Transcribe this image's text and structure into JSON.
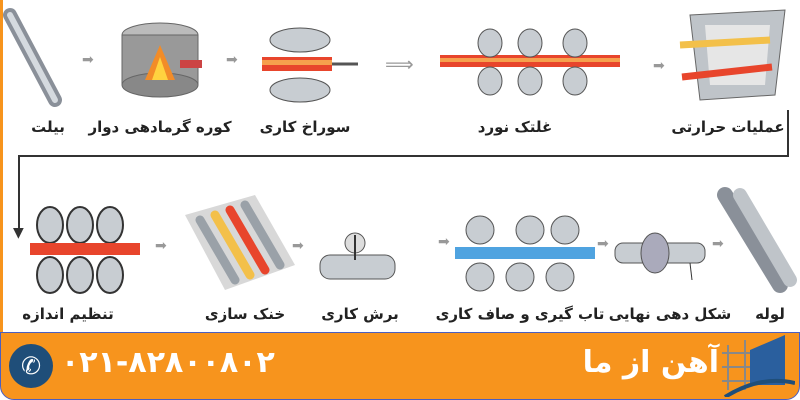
{
  "steps_row1": [
    {
      "label": "بیلت",
      "icon": "billet-icon"
    },
    {
      "label": "کوره گرمادهی دوار",
      "icon": "rotary-furnace-icon"
    },
    {
      "label": "سوراخ کاری",
      "icon": "piercing-icon"
    },
    {
      "label": "غلتک نورد",
      "icon": "rolling-mill-icon"
    },
    {
      "label": "عملیات حرارتی",
      "icon": "heat-treatment-icon"
    }
  ],
  "steps_row2": [
    {
      "label": "تنظیم اندازه",
      "icon": "sizing-icon"
    },
    {
      "label": "خنک سازی",
      "icon": "cooling-icon"
    },
    {
      "label": "برش کاری",
      "icon": "cutting-icon"
    },
    {
      "label": "تاب گیری و صاف کاری",
      "icon": "straightening-icon"
    },
    {
      "label": "شکل دهی نهایی",
      "icon": "final-shaping-icon"
    },
    {
      "label": "لوله",
      "icon": "pipe-icon"
    }
  ],
  "footer": {
    "phone": "۰۲۱-۸۲۸۰۰۸۰۲",
    "brand": "آهن از ما"
  },
  "colors": {
    "accent": "#f7941d",
    "navy": "#1f4e79",
    "hot": "#e8452c"
  }
}
